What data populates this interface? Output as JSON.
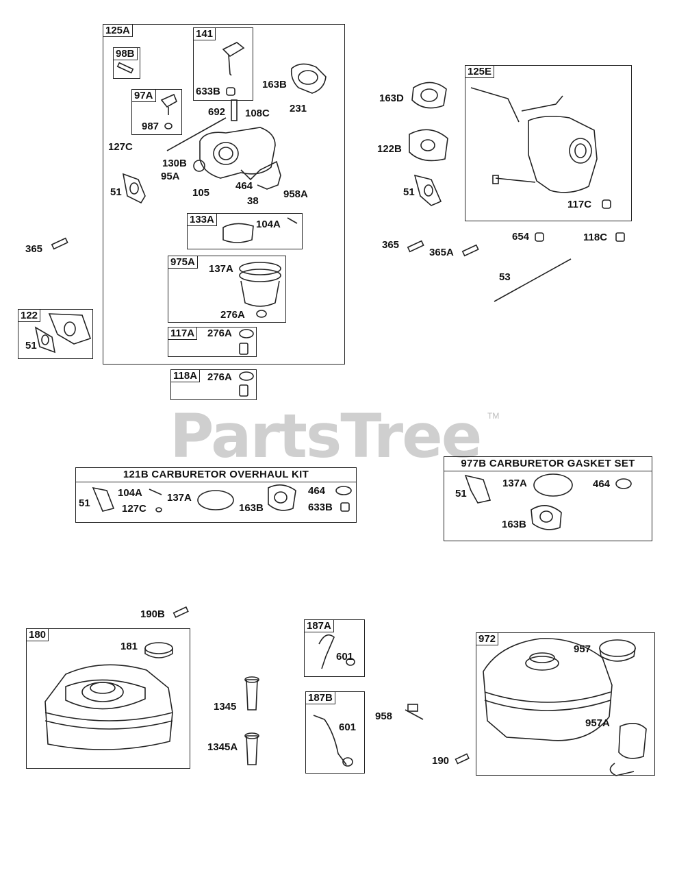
{
  "watermark": {
    "text": "PartsTree",
    "tm": "TM"
  },
  "groups": {
    "g125A": "125A",
    "g141": "141",
    "g98B": "98B",
    "g97A": "97A",
    "g133A": "133A",
    "g975A": "975A",
    "g117A": "117A",
    "g118A": "118A",
    "g122": "122",
    "g125E": "125E",
    "g180": "180",
    "g187A": "187A",
    "g187B": "187B",
    "g972": "972"
  },
  "kits": {
    "overhaul": "121B CARBURETOR OVERHAUL KIT",
    "gasket": "977B CARBURETOR GASKET SET"
  },
  "parts": {
    "p633B": "633B",
    "p163B": "163B",
    "p692": "692",
    "p108C": "108C",
    "p231": "231",
    "p987": "987",
    "p127C": "127C",
    "p130B": "130B",
    "p95A": "95A",
    "p51": "51",
    "p105": "105",
    "p464": "464",
    "p958A": "958A",
    "p38": "38",
    "p104A": "104A",
    "p137A": "137A",
    "p276A": "276A",
    "p365": "365",
    "p163D": "163D",
    "p122B": "122B",
    "p117C": "117C",
    "p365A": "365A",
    "p654": "654",
    "p118C": "118C",
    "p53": "53",
    "p190B": "190B",
    "p181": "181",
    "p1345": "1345",
    "p1345A": "1345A",
    "p601": "601",
    "p958": "958",
    "p190": "190",
    "p957": "957",
    "p957A": "957A"
  },
  "colors": {
    "line": "#222222",
    "watermark": "#cfcfcf"
  }
}
